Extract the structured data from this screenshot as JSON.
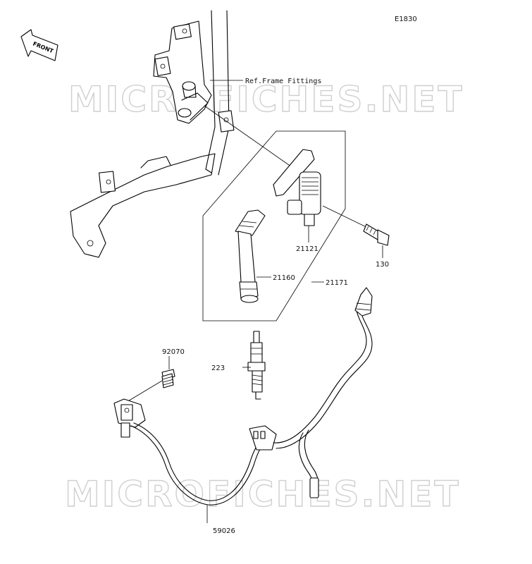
{
  "diagram_code": "E1830",
  "front_label": "FRONT",
  "ref_label": "Ref.Frame Fittings",
  "watermark": "MICROFICHES.NET",
  "parts": [
    {
      "id": "ignition-coil",
      "number": "21121"
    },
    {
      "id": "bolt",
      "number": "130"
    },
    {
      "id": "plug-cap",
      "number": "21160"
    },
    {
      "id": "coil-assembly",
      "number": "21171"
    },
    {
      "id": "pickup-screw",
      "number": "223"
    },
    {
      "id": "spark-plug",
      "number": "92070"
    },
    {
      "id": "wire-harness",
      "number": "59026"
    }
  ],
  "colors": {
    "line": "#000000",
    "watermark": "#cfcfcf",
    "background": "#ffffff"
  }
}
